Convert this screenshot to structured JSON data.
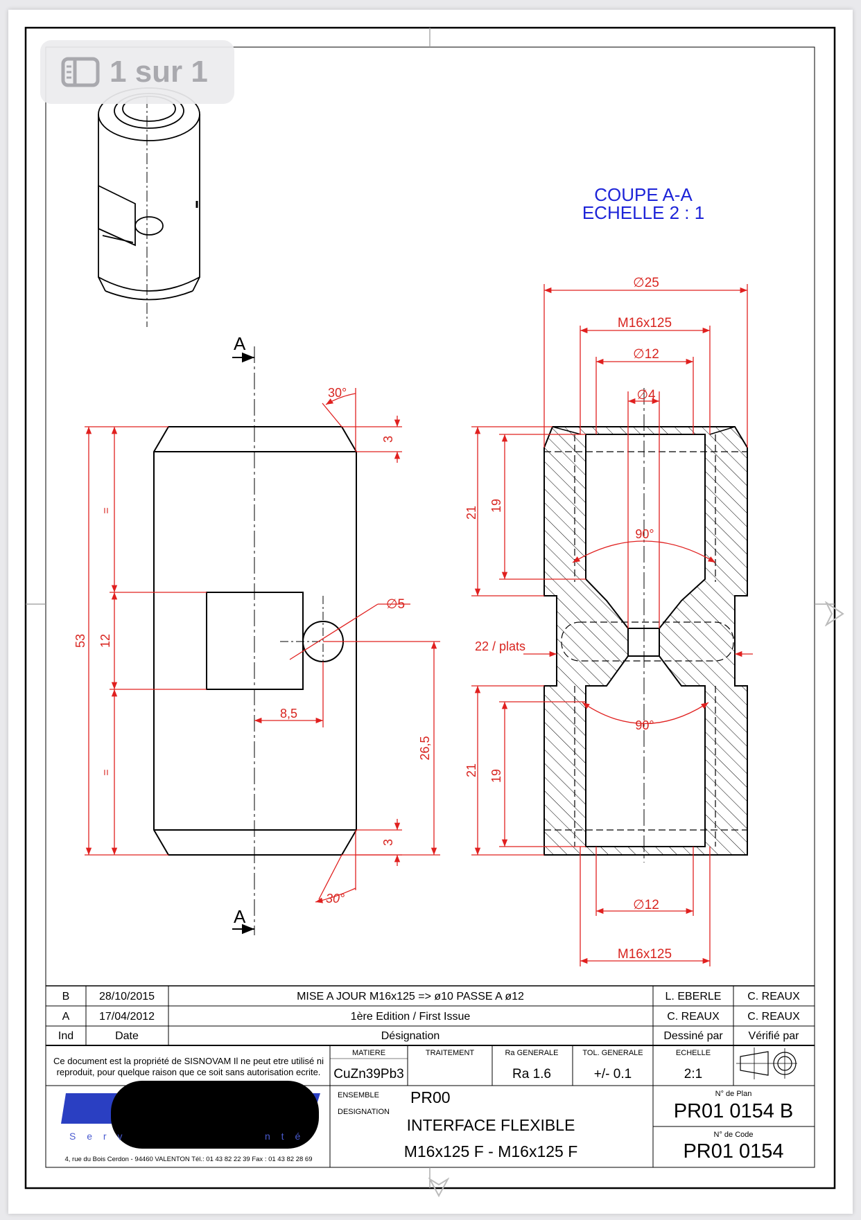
{
  "viewer": {
    "page_indicator": "1 sur 1",
    "sidebar_icon": "sidebar-icon"
  },
  "section_title": {
    "line1": "COUPE A-A",
    "line2": "ECHELLE 2 : 1"
  },
  "section_markers": {
    "top": "A",
    "bottom": "A"
  },
  "front_view_dims": {
    "angle_top": "30°",
    "angle_bottom": "30°",
    "chamfer_top": "3",
    "chamfer_bottom": "3",
    "total_length": "53",
    "eq_top": "=",
    "eq_bottom": "=",
    "flat_height": "12",
    "hole_dia": "∅5",
    "hole_offset": "8,5",
    "hole_height": "26,5"
  },
  "section_view_dims": {
    "dia_outer": "∅25",
    "thread_top": "M16x125",
    "dia_12_top": "∅12",
    "dia_4": "∅4",
    "depth_21_top": "21",
    "thread_19_top": "19",
    "angle_top": "90°",
    "flats": "22 / plats",
    "depth_21_bottom": "21",
    "thread_19_bottom": "19",
    "angle_bottom": "90°",
    "dia_12_bottom": "∅12",
    "thread_bottom": "M16x125"
  },
  "revisions": {
    "headers": {
      "ind": "Ind",
      "date": "Date",
      "designation": "Désignation",
      "drawn": "Dessiné par",
      "checked": "Vérifié par"
    },
    "rows": [
      {
        "ind": "B",
        "date": "28/10/2015",
        "designation": "MISE A JOUR M16x125 => ø10 PASSE A ø12",
        "drawn": "L. EBERLE",
        "checked": "C. REAUX"
      },
      {
        "ind": "A",
        "date": "17/04/2012",
        "designation": "1ère Edition / First Issue",
        "drawn": "C. REAUX",
        "checked": "C. REAUX"
      }
    ]
  },
  "title_block": {
    "notice_line1": "Ce document est la propriété de SISNOVAM Il ne peut etre utilisé ni",
    "notice_line2": "reproduit, pour quelque raison que ce soit sans autorisation ecrite.",
    "matiere_label": "MATIERE",
    "matiere": "CuZn39Pb3",
    "traitement_label": "TRAITEMENT",
    "traitement": "",
    "ra_label": "Ra GENERALE",
    "ra": "Ra 1.6",
    "tol_label": "TOL. GENERALE",
    "tol": "+/- 0.1",
    "echelle_label": "ECHELLE",
    "echelle": "2:1",
    "ensemble_label": "ENSEMBLE",
    "ensemble": "PR00",
    "designation_label": "DESIGNATION",
    "designation_line1": "INTERFACE  FLEXIBLE",
    "designation_line2": "M16x125 F - M16x125 F",
    "plan_label": "N° de Plan",
    "plan": "PR01 0154 B",
    "code_label": "N° de Code",
    "code": "PR01 0154",
    "logo_tagline_left": "S e r v",
    "logo_tagline_right": "n t é",
    "address": "4, rue du Bois Cerdon - 94460 VALENTON     Tél.: 01 43 82 22 39  Fax : 01 43 82 28 69",
    "projection_icon": "first-angle-projection-icon"
  },
  "colors": {
    "dimension": "#e0201f",
    "title": "#1d24d8",
    "logo": "#2a3fc2"
  }
}
